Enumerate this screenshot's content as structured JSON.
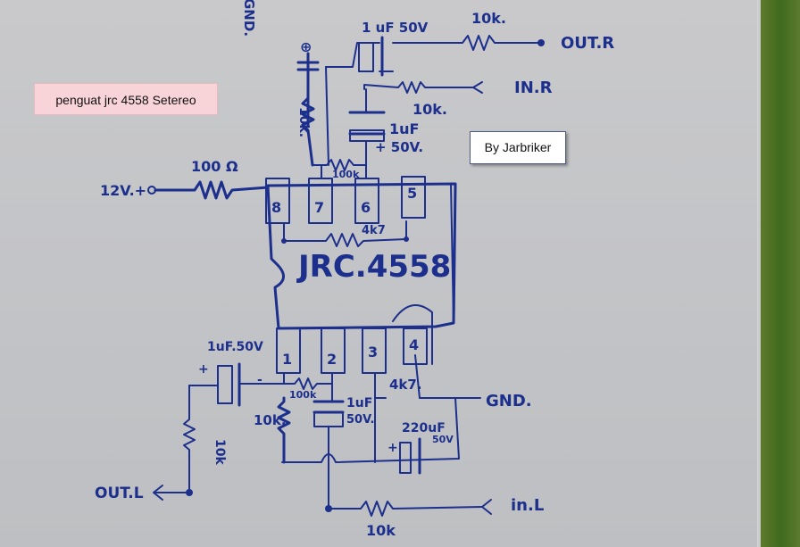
{
  "annotations": {
    "title_note": "penguat jrc 4558 Setereo",
    "author_note": "By Jarbriker"
  },
  "ic": {
    "label": "JRC.4558",
    "pins": [
      "1",
      "2",
      "3",
      "4",
      "5",
      "6",
      "7",
      "8"
    ]
  },
  "labels": {
    "gnd_top": "GND.",
    "cap_top_right": "1 uF 50V",
    "res_out_r": "10k.",
    "out_r": "OUT.R",
    "in_r": "IN.R",
    "res_in_r": "10k.",
    "cap_right_mid": "1uF",
    "cap_right_mid_v": "+ 50V.",
    "res_10k_vert_top": "10k.",
    "res_100k_top": "100k",
    "res_4k7_top": "4k7",
    "supply": "12V.+",
    "res_100": "100 Ω",
    "cap_left_bottom": "1uF.50V",
    "res_100k_bottom": "100k",
    "res_10k_bottom": "10k.",
    "cap_1uf_bottom": "1uF",
    "cap_1uf_bottom_v": "50V.",
    "res_4k7_bottom": "4k7.",
    "gnd_right": "GND.",
    "cap_220": "220uF",
    "cap_220_v": "50V",
    "res_10k_out_l": "10k",
    "out_l": "OUT.L",
    "in_l": "in.L",
    "res_in_l": "10k"
  },
  "colors": {
    "ink": "#1c2f8c",
    "paper": "#c6c7ca",
    "note_pink": "#f8d4d8"
  }
}
